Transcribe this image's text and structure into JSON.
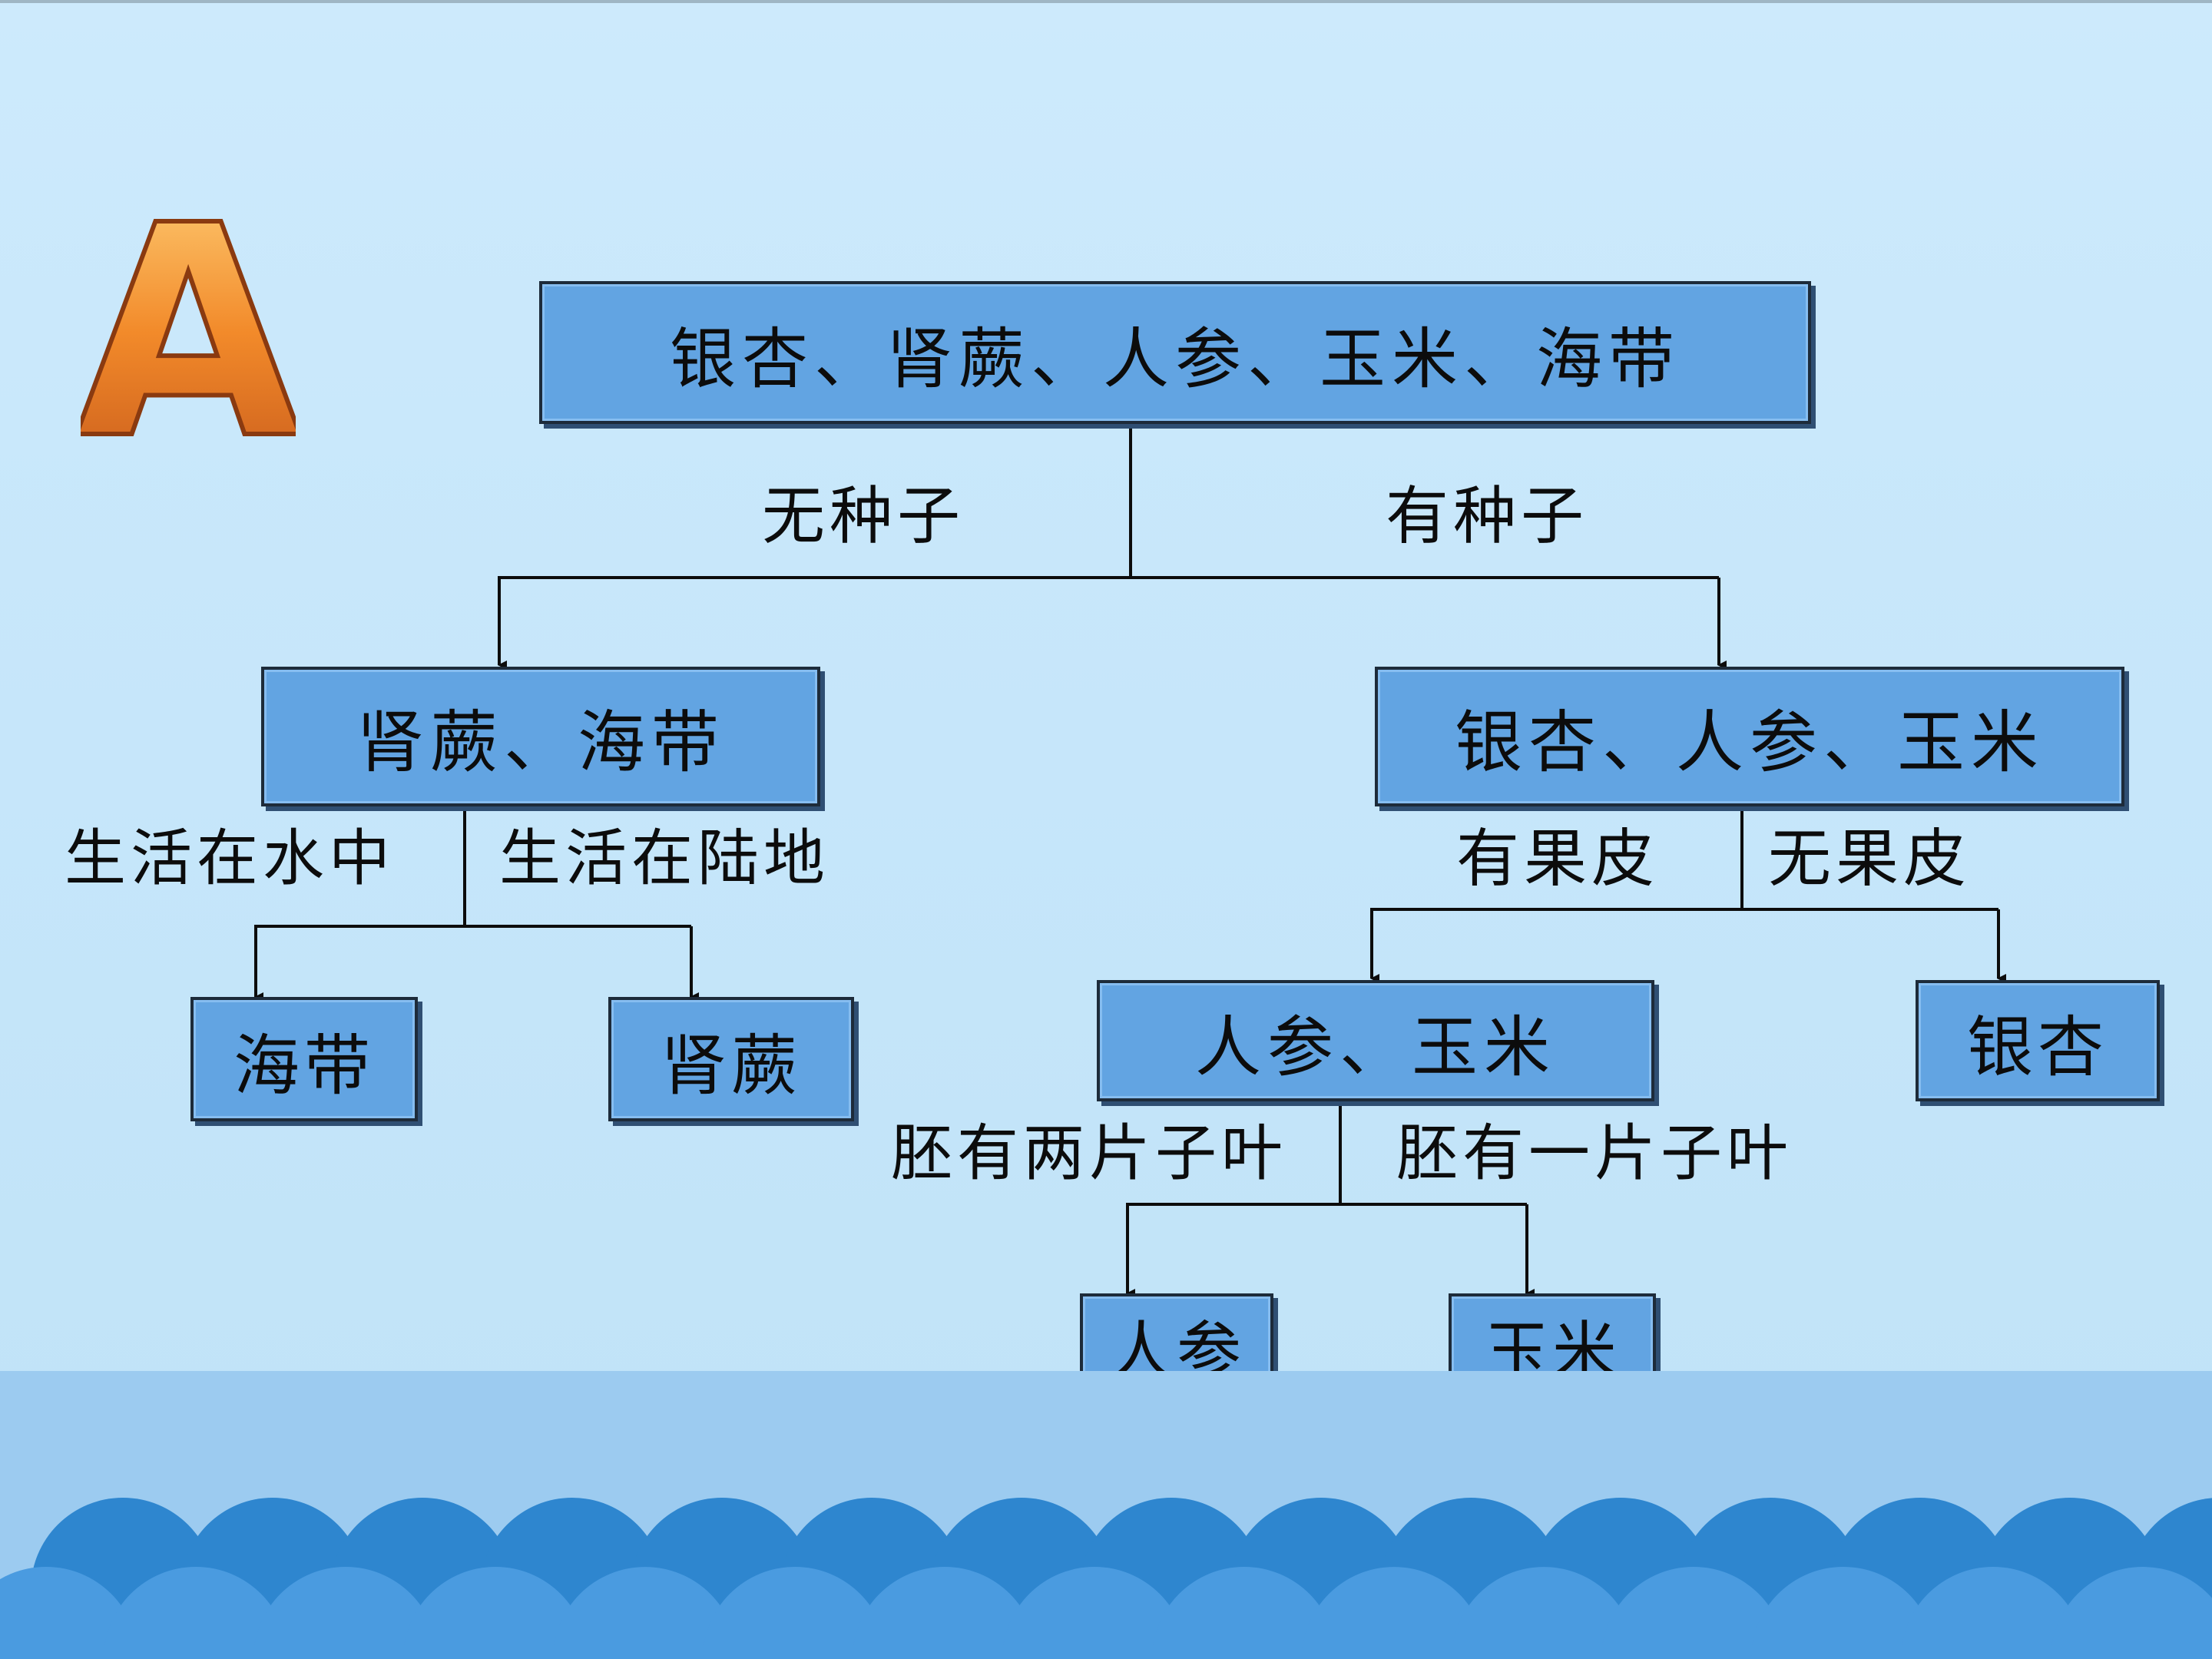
{
  "badge_letter": "A",
  "root": {
    "label": "银杏、肾蕨、人参、玉米、海带"
  },
  "level1": {
    "left": {
      "edge": "无种子",
      "label": "肾蕨、海带"
    },
    "right": {
      "edge": "有种子",
      "label": "银杏、人参、玉米"
    }
  },
  "level2": {
    "water": {
      "edge": "生活在水中",
      "label": "海带"
    },
    "land": {
      "edge": "生活在陆地",
      "label": "肾蕨"
    },
    "with_peel": {
      "edge": "有果皮",
      "label": "人参、玉米"
    },
    "no_peel": {
      "edge": "无果皮",
      "label": "银杏"
    }
  },
  "level3": {
    "two_cotyledons": {
      "edge": "胚有两片子叶",
      "label": "人参"
    },
    "one_cotyledon": {
      "edge": "胚有一片子叶",
      "label": "玉米"
    }
  },
  "colors": {
    "box_fill": "#62a4e2",
    "background": "#c6e6fa",
    "wave": "#2e86cf",
    "letter": "#f08a2c"
  }
}
